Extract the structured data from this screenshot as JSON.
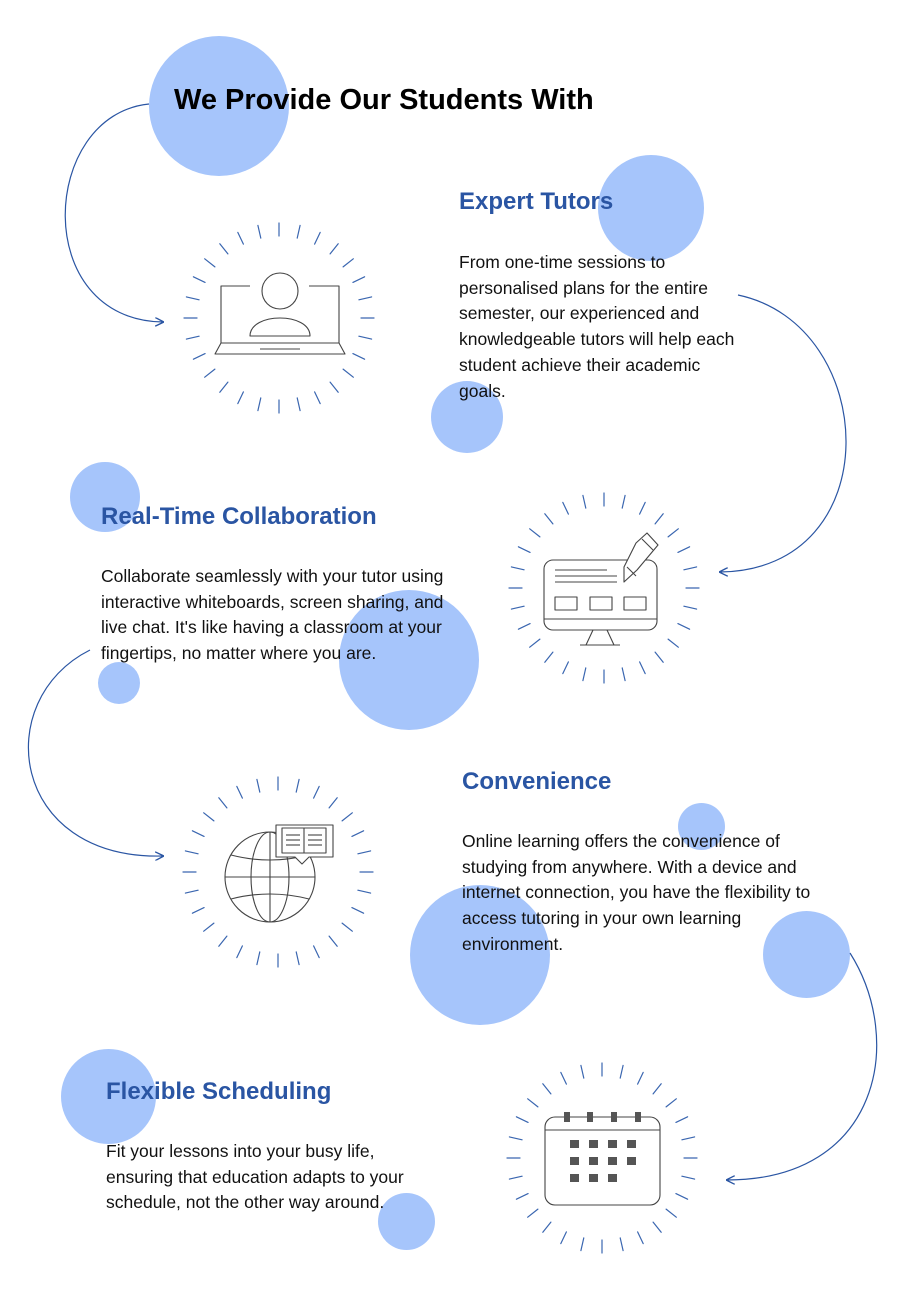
{
  "page_title": "We Provide Our Students With",
  "colors": {
    "accent_circle": "#a6c5fb",
    "heading_text": "#2a55a3",
    "line_art": "#444444",
    "ray_stroke": "#3a66b0"
  },
  "features": [
    {
      "heading": "Expert Tutors",
      "description": "From one-time sessions to personalised plans for the entire semester, our experienced and knowledgeable tutors will help each student achieve their academic goals.",
      "icon": "online-tutor-laptop-icon"
    },
    {
      "heading": "Real-Time Collaboration",
      "description": "Collaborate seamlessly with your tutor using interactive whiteboards, screen sharing, and live chat. It's like having a classroom at your fingertips, no matter where you are.",
      "icon": "whiteboard-monitor-pencil-icon"
    },
    {
      "heading": "Convenience",
      "description": "Online learning offers the convenience of studying from anywhere. With a device and internet connection, you have the flexibility to access tutoring in your own learning environment.",
      "icon": "globe-book-icon"
    },
    {
      "heading": "Flexible Scheduling",
      "description": "Fit your lessons into your busy life, ensuring that education adapts to your schedule, not the other way around.",
      "icon": "calendar-icon"
    }
  ]
}
